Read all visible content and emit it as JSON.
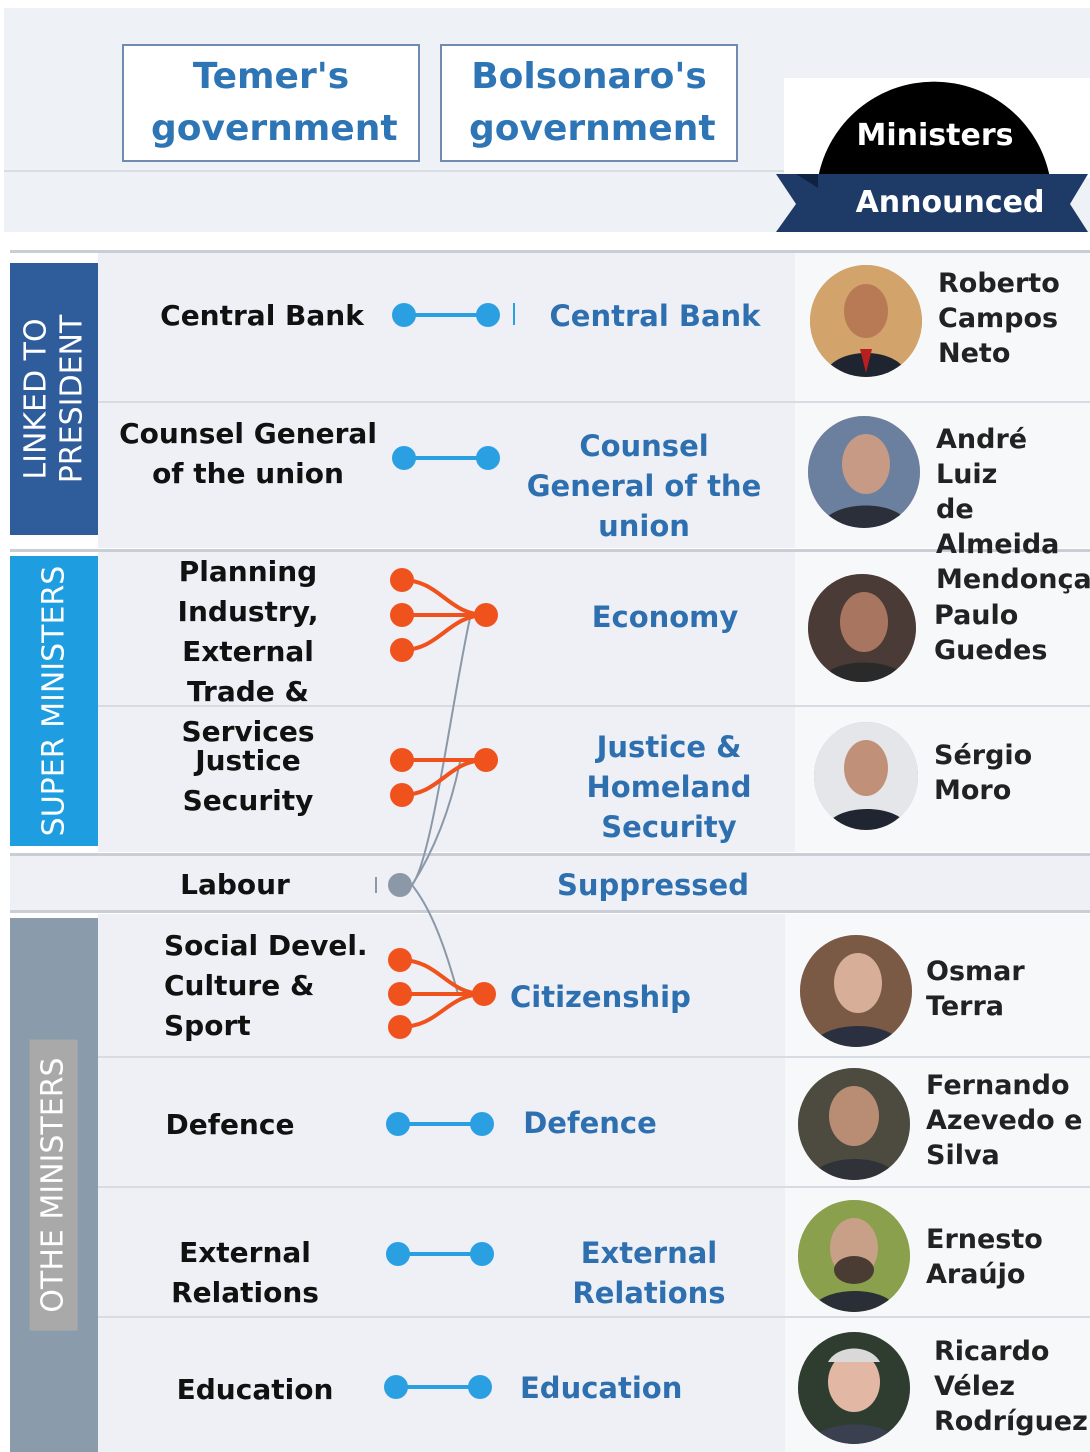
{
  "header": {
    "temer": "Temer's government",
    "bolsonaro": "Bolsonaro's government",
    "ministers": "Ministers",
    "announced": "Announced"
  },
  "groups": {
    "linked": "LINKED TO PRESIDENT",
    "super": "SUPER MINISTERS",
    "other": "OTHE MINISTERS"
  },
  "rows": [
    {
      "old": [
        "Central Bank"
      ],
      "new": "Central Bank",
      "minister": [
        "Roberto",
        "Campos",
        "Neto"
      ]
    },
    {
      "old": [
        "Counsel General",
        "of the union"
      ],
      "new": "Counsel General of the union",
      "minister": [
        "André Luiz",
        "de Almeida",
        "Mendonça"
      ]
    },
    {
      "old": [
        "Planning",
        "Industry, External",
        "Trade & Services"
      ],
      "new": "Economy",
      "minister": [
        "Paulo",
        "Guedes"
      ]
    },
    {
      "old": [
        "Justice",
        "Security"
      ],
      "new": "Justice & Homeland Security",
      "minister": [
        "Sérgio",
        "Moro"
      ]
    },
    {
      "old": [
        "Labour"
      ],
      "new": "Suppressed",
      "minister": []
    },
    {
      "old": [
        "Social Devel.",
        "Culture &",
        "Sport"
      ],
      "new": "Citizenship",
      "minister": [
        "Osmar",
        "Terra"
      ]
    },
    {
      "old": [
        "Defence"
      ],
      "new": "Defence",
      "minister": [
        "Fernando",
        "Azevedo e",
        "Silva"
      ]
    },
    {
      "old": [
        "External Relations"
      ],
      "new": "External Relations",
      "minister": [
        "Ernesto",
        "Araújo"
      ]
    },
    {
      "old": [
        "Education"
      ],
      "new": "Education",
      "minister": [
        "Ricardo",
        "Vélez",
        "Rodríguez"
      ]
    }
  ],
  "colors": {
    "continued": "#2aa0e3",
    "merged": "#f0521e",
    "suppressed": "#8a98a8",
    "linked_tab": "#2f5d9b",
    "super_tab": "#1e9ee0",
    "other_tab": "#8a9cab",
    "navy": "#1e3a66"
  }
}
